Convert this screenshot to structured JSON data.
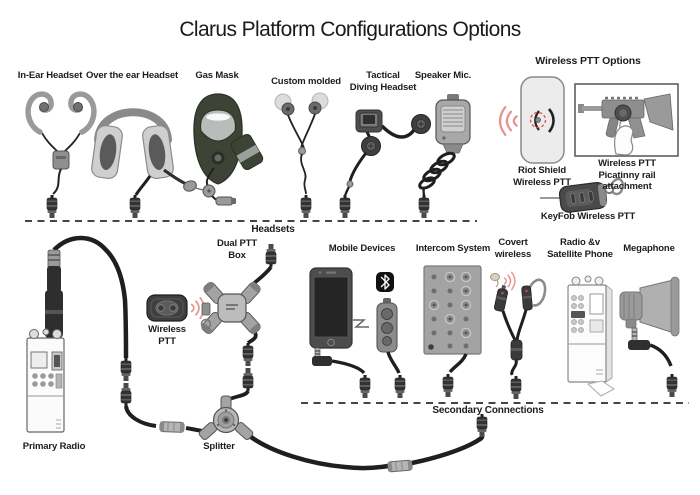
{
  "title": "Clarus Platform Configurations Options",
  "headsets": {
    "section_label": "Headsets",
    "items": [
      {
        "label": "In-Ear Headset"
      },
      {
        "label": "Over the ear Headset"
      },
      {
        "label": "Gas Mask"
      },
      {
        "label": "Custom molded"
      },
      {
        "label": "Tactical\nDiving Headset"
      },
      {
        "label": "Speaker Mic."
      }
    ]
  },
  "wireless_ptt_options": {
    "title": "Wireless PTT Options",
    "riot_shield_label": "Riot Shield\nWireless PTT",
    "picatinny_label": "Wireless PTT\nPicatinny rail attachment",
    "keyfob_label": "KeyFob Wireless PTT"
  },
  "primary_chain": {
    "primary_radio_label": "Primary Radio",
    "wireless_ptt_label": "Wireless\nPTT",
    "dual_ptt_box_label": "Dual PTT\nBox",
    "splitter_label": "Splitter"
  },
  "secondary": {
    "section_label": "Secondary Connections",
    "items": [
      {
        "label": "Mobile Devices"
      },
      {
        "label": "Intercom System"
      },
      {
        "label": "Covert\nwireless"
      },
      {
        "label": "Radio &v\nSatellite Phone"
      },
      {
        "label": "Megaphone"
      }
    ]
  },
  "colors": {
    "wave_red": "#e8948c",
    "alert_red": "#d9534f",
    "olive_green": "#3d4435",
    "ink": "#1c1c1c"
  }
}
